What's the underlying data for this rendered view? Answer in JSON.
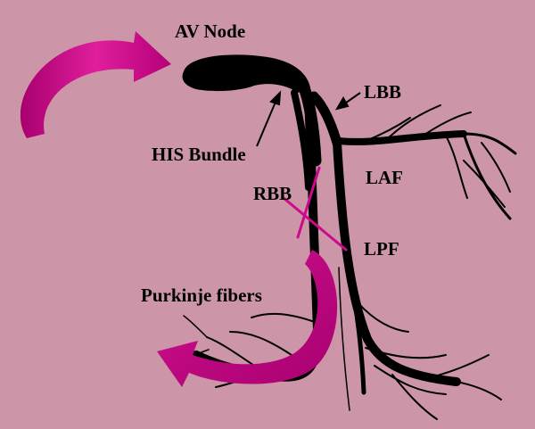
{
  "labels": {
    "av_node": "AV Node",
    "lbb": "LBB",
    "his_bundle": "HIS Bundle",
    "laf": "LAF",
    "rbb": "RBB",
    "lpf": "LPF",
    "purkinje": "Purkinje fibers"
  },
  "colors": {
    "background": "#cc96a8",
    "conduction": "#000000",
    "arrow": "#cc0a8c",
    "block_mark": "#cc0a8c"
  },
  "icons": {
    "arrows": "curved-arrow-icon",
    "block": "block-x-icon"
  }
}
